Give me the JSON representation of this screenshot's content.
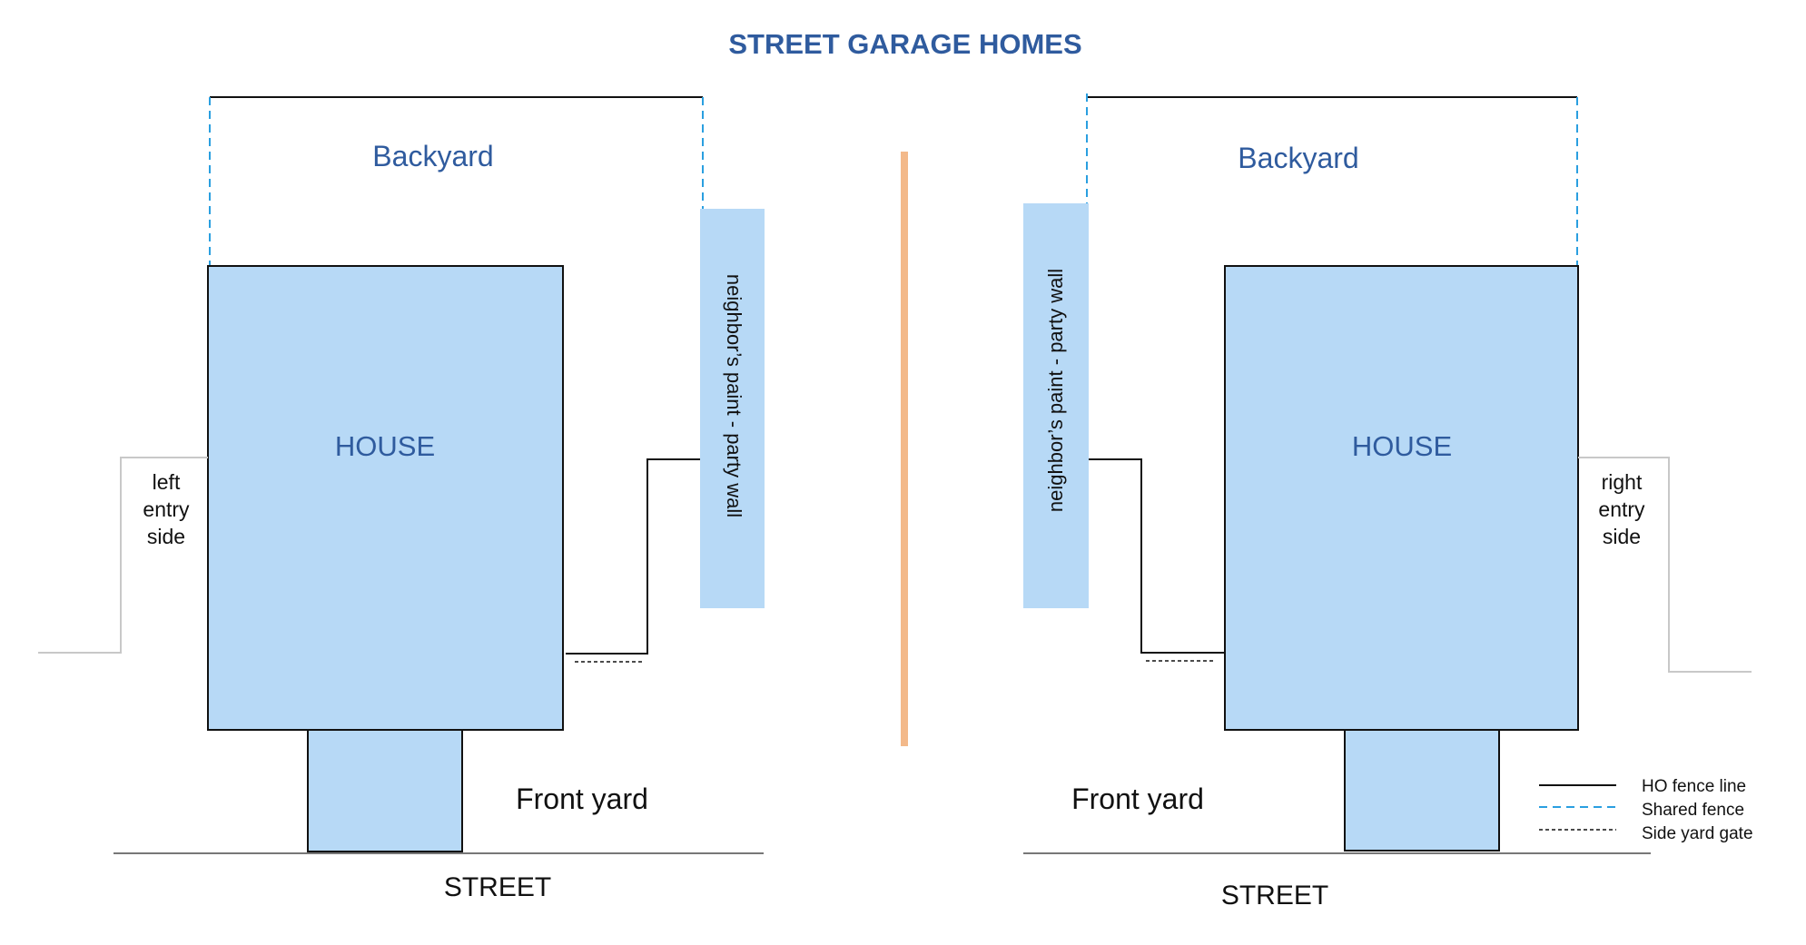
{
  "title": "STREET GARAGE HOMES",
  "colors": {
    "title": "#2f5b9e",
    "house_fill": "#b7d9f6",
    "shared_fence": "#2a9fe0",
    "divider": "#f3b98a"
  },
  "left_lot": {
    "backyard": "Backyard",
    "house": "HOUSE",
    "party_wall": "neighbor’s paint  -  party wall",
    "entry_side": [
      "left",
      "entry",
      "side"
    ],
    "front_yard": "Front yard",
    "street": "STREET"
  },
  "right_lot": {
    "backyard": "Backyard",
    "house": "HOUSE",
    "party_wall": "neighbor’s paint  -  party wall",
    "entry_side": [
      "right",
      "entry",
      "side"
    ],
    "front_yard": "Front yard",
    "street": "STREET"
  },
  "legend": {
    "ho_fence": "HO fence line",
    "shared_fence": "Shared fence",
    "side_gate": "Side yard gate"
  }
}
